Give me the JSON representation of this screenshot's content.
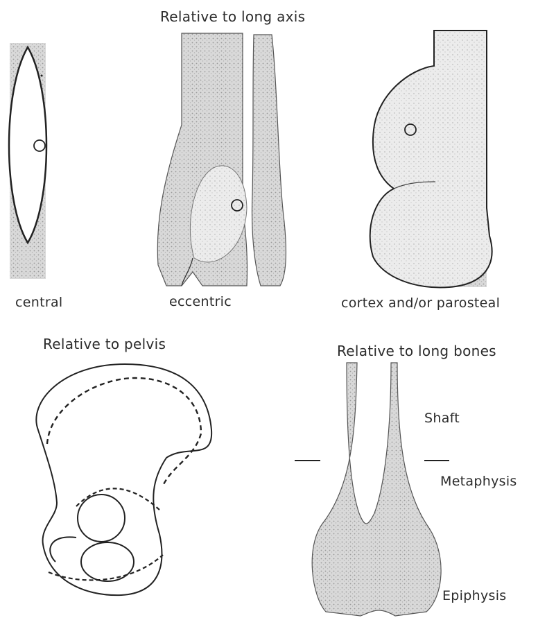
{
  "headings": {
    "long_axis": "Relative to long axis",
    "pelvis": "Relative to pelvis",
    "long_bones": "Relative to long bones"
  },
  "captions": {
    "central": "central",
    "eccentric": "eccentric",
    "cortex": "cortex and/or parosteal"
  },
  "regions": {
    "shaft": "Shaft",
    "metaphysis": "Metaphysis",
    "epiphysis": "Epiphysis"
  },
  "colors": {
    "ink": "#2a2a2a",
    "stipple": "#c9c9c9",
    "paper": "#ffffff"
  }
}
